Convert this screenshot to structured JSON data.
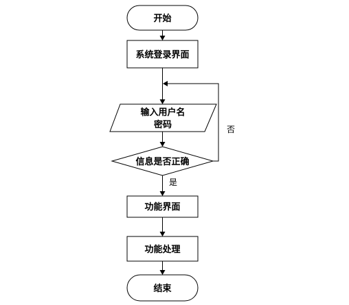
{
  "flowchart": {
    "nodes": {
      "start": {
        "label": "开始",
        "shape": "terminator"
      },
      "login_screen": {
        "label": "系统登录界面",
        "shape": "process"
      },
      "input": {
        "label_line1": "输入用户名",
        "label_line2": "密码",
        "shape": "io"
      },
      "decision": {
        "label": "信息是否正确",
        "shape": "decision"
      },
      "function_screen": {
        "label": "功能界面",
        "shape": "process"
      },
      "function_processing": {
        "label": "功能处理",
        "shape": "process"
      },
      "end": {
        "label": "结束",
        "shape": "terminator"
      }
    },
    "edges": {
      "yes_label": "是",
      "no_label": "否"
    }
  }
}
